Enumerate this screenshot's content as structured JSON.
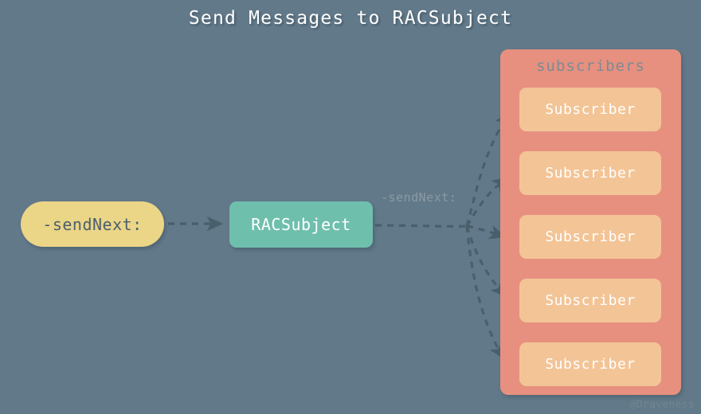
{
  "title": "Send Messages to RACSubject",
  "watermark": "@Draveness",
  "colors": {
    "background": "#62798a",
    "source_node": "#ebd587",
    "subject_node": "#6fbfad",
    "container": "#e79080",
    "subscriber_box": "#f3c496",
    "edge": "#4a5f6c",
    "title_text": "#ffffff",
    "edge_label_text": "#8b9aa1",
    "container_title_text": "#7c8b92"
  },
  "nodes": {
    "source": {
      "label": "-sendNext:",
      "shape": "pill"
    },
    "subject": {
      "label": "RACSubject",
      "shape": "rounded-rect"
    }
  },
  "edges": {
    "source_to_subject": {
      "label": "",
      "style": "dashed-arrow"
    },
    "subject_to_subscribers": {
      "label": "-sendNext:",
      "style": "dashed-arrow-fanout",
      "count": 5
    }
  },
  "container": {
    "title": "subscribers",
    "subscribers": [
      {
        "label": "Subscriber"
      },
      {
        "label": "Subscriber"
      },
      {
        "label": "Subscriber"
      },
      {
        "label": "Subscriber"
      },
      {
        "label": "Subscriber"
      }
    ]
  }
}
